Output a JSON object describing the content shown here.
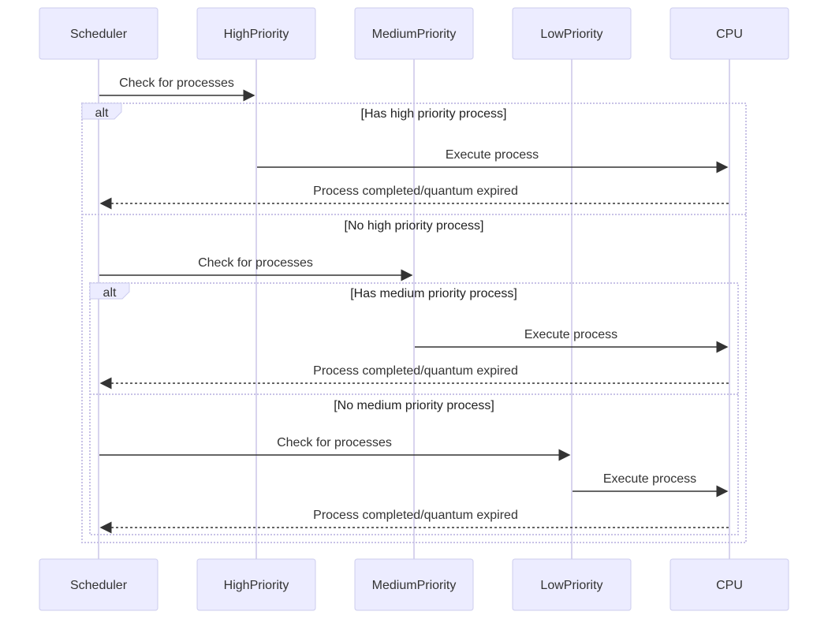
{
  "actors": {
    "scheduler": "Scheduler",
    "high": "HighPriority",
    "medium": "MediumPriority",
    "low": "LowPriority",
    "cpu": "CPU"
  },
  "outer_alt": {
    "tag": "alt",
    "guard_1": "[Has high priority process]",
    "guard_2": "[No high priority process]"
  },
  "inner_alt": {
    "tag": "alt",
    "guard_1": "[Has medium priority process]",
    "guard_2": "[No medium priority process]"
  },
  "messages": [
    {
      "from": "Scheduler",
      "to": "HighPriority",
      "text": "Check for processes",
      "style": "solid"
    },
    {
      "from": "HighPriority",
      "to": "CPU",
      "text": "Execute process",
      "style": "solid"
    },
    {
      "from": "CPU",
      "to": "Scheduler",
      "text": "Process completed/quantum expired",
      "style": "dashed"
    },
    {
      "from": "Scheduler",
      "to": "MediumPriority",
      "text": "Check for processes",
      "style": "solid"
    },
    {
      "from": "MediumPriority",
      "to": "CPU",
      "text": "Execute process",
      "style": "solid"
    },
    {
      "from": "CPU",
      "to": "Scheduler",
      "text": "Process completed/quantum expired",
      "style": "dashed"
    },
    {
      "from": "Scheduler",
      "to": "LowPriority",
      "text": "Check for processes",
      "style": "solid"
    },
    {
      "from": "LowPriority",
      "to": "CPU",
      "text": "Execute process",
      "style": "solid"
    },
    {
      "from": "CPU",
      "to": "Scheduler",
      "text": "Process completed/quantum expired",
      "style": "dashed"
    }
  ]
}
